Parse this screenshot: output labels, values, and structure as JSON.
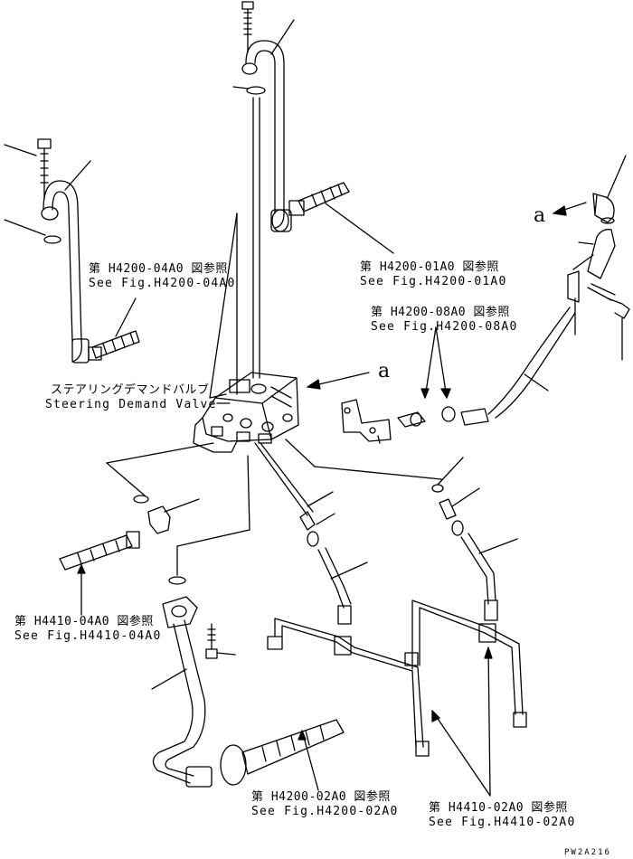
{
  "references": {
    "h4200_04": {
      "ja": "第 H4200-04A0 図参照",
      "en": "See Fig.H4200-04A0"
    },
    "h4200_01": {
      "ja": "第 H4200-01A0 図参照",
      "en": "See Fig.H4200-01A0"
    },
    "h4200_08": {
      "ja": "第 H4200-08A0 図参照",
      "en": "See Fig.H4200-08A0"
    },
    "h4410_04": {
      "ja": "第 H4410-04A0 図参照",
      "en": "See Fig.H4410-04A0"
    },
    "h4200_02": {
      "ja": "第 H4200-02A0 図参照",
      "en": "See Fig.H4200-02A0"
    },
    "h4410_02": {
      "ja": "第 H4410-02A0 図参照",
      "en": "See Fig.H4410-02A0"
    }
  },
  "valve": {
    "ja": "ステアリングデマンドバルブ",
    "en": "Steering Demand Valve"
  },
  "markers": {
    "a_left": "a",
    "a_right": "a"
  },
  "drawing_code": "PW2A216"
}
